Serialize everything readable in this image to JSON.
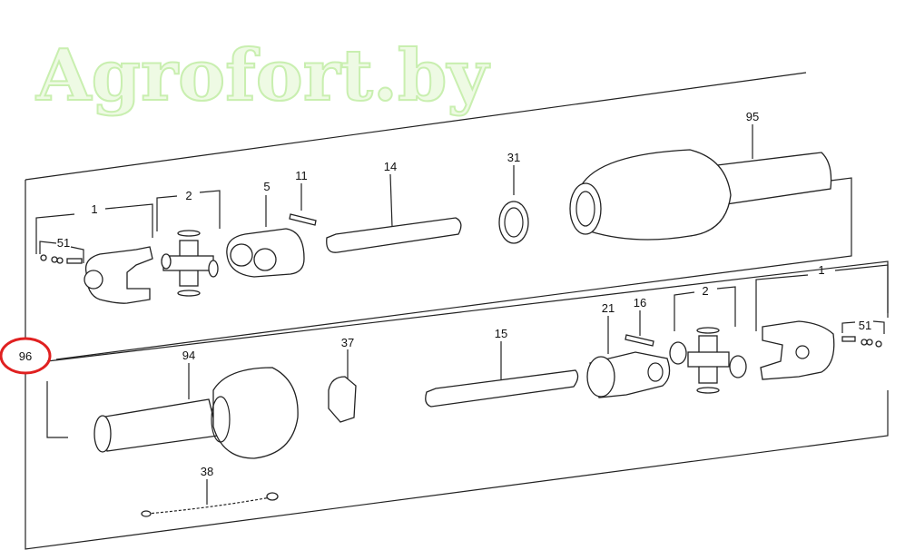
{
  "diagram": {
    "watermark": "Agrofort.by",
    "assembly_label": "96",
    "highlight_color": "#e02020",
    "upper_row": {
      "yoke_label": "1",
      "cross_kit_label": "2",
      "grease_nipple_label": "51",
      "inner_yoke_label": "5",
      "pin_label": "11",
      "tube_label": "14",
      "bearing_ring_label": "31",
      "guard_label": "95"
    },
    "lower_row": {
      "guard_label": "94",
      "bearing_ring_label": "37",
      "chain_label": "38",
      "tube_label": "15",
      "inner_yoke_label": "21",
      "pin_label": "16",
      "cross_kit_label": "2",
      "yoke_label": "1",
      "grease_nipple_label": "51"
    }
  }
}
